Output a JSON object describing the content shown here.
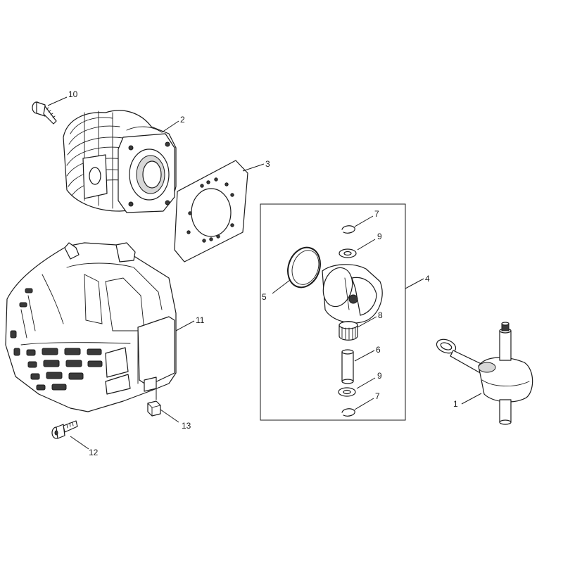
{
  "callouts": [
    {
      "id": "c1",
      "label": "1"
    },
    {
      "id": "c2",
      "label": "2"
    },
    {
      "id": "c3",
      "label": "3"
    },
    {
      "id": "c4",
      "label": "4"
    },
    {
      "id": "c5",
      "label": "5"
    },
    {
      "id": "c6",
      "label": "6"
    },
    {
      "id": "c7a",
      "label": "7"
    },
    {
      "id": "c7b",
      "label": "7"
    },
    {
      "id": "c8",
      "label": "8"
    },
    {
      "id": "c9a",
      "label": "9"
    },
    {
      "id": "c9b",
      "label": "9"
    },
    {
      "id": "c10",
      "label": "10"
    },
    {
      "id": "c11",
      "label": "11"
    },
    {
      "id": "c12",
      "label": "12"
    },
    {
      "id": "c13",
      "label": "13"
    }
  ]
}
